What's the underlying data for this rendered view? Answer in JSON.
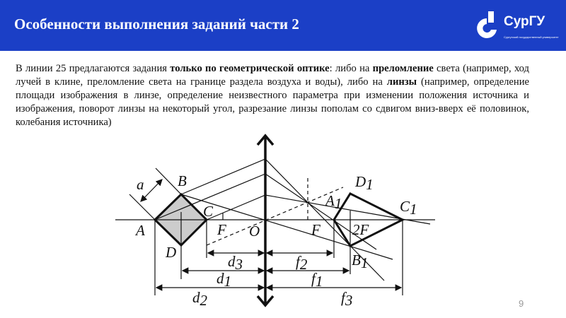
{
  "header": {
    "title": "Особенности выполнения заданий части 2",
    "background_color": "#1b3fc6",
    "logo": {
      "name": "СурГУ",
      "subtitle": "Сургутский государственный университет"
    }
  },
  "body": {
    "p1": "В линии 25 предлагаются задания ",
    "b1": "только по геометрической оптике",
    "p2": ": либо на ",
    "b2": "преломление",
    "p3": " света (например, ход лучей в клине, преломление света на границе раздела воздуха и воды), либо на ",
    "b3": "линзы",
    "p4": " (например, определение площади изображения в линзе, определение неизвестного параметра при изменении положения источника и изображения, поворот линзы на некоторый угол, разрезание линзы пополам со сдвигом вниз-вверх её половинок, колебания источника)"
  },
  "diagram": {
    "labels": {
      "a": "a",
      "A": "A",
      "B": "B",
      "C": "C",
      "D": "D",
      "F_left": "F",
      "O": "O",
      "F_right": "F",
      "2F": "2F",
      "A1": "A",
      "B1": "B",
      "C1": "C",
      "D1": "D",
      "sub1": "1",
      "d1": "d",
      "d2": "d",
      "d3": "d",
      "f1": "f",
      "f2": "f",
      "f3": "f",
      "n1": "1",
      "n2": "2",
      "n3": "3"
    }
  },
  "footer": {
    "page_number": "9"
  }
}
